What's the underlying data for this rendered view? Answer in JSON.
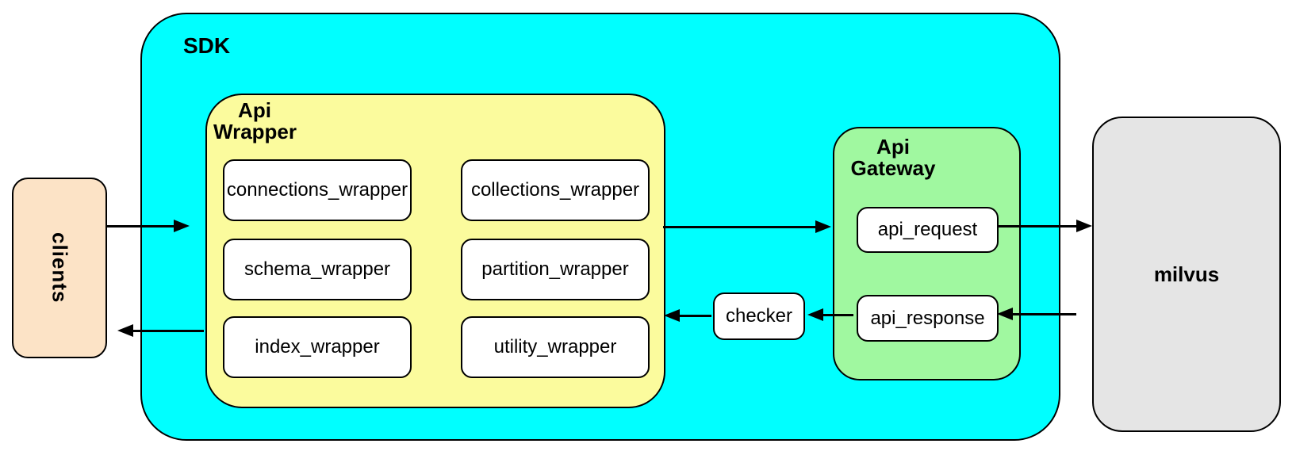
{
  "diagram": {
    "type": "architecture-flow",
    "nodes": {
      "clients": {
        "label": "clients",
        "fill": "#FCE3C6"
      },
      "sdk": {
        "label": "SDK",
        "fill": "#00FFFF"
      },
      "api_wrapper": {
        "label": "Api\nWrapper",
        "fill": "#FBFB9D",
        "boxes": [
          "connections_wrapper",
          "collections_wrapper",
          "schema_wrapper",
          "partition_wrapper",
          "index_wrapper",
          "utility_wrapper"
        ]
      },
      "checker": {
        "label": "checker",
        "fill": "#FFFFFF"
      },
      "api_gateway": {
        "label": "Api\nGateway",
        "fill": "#A0F8A0",
        "boxes": [
          "api_request",
          "api_response"
        ]
      },
      "milvus": {
        "label": "milvus",
        "fill": "#E5E5E5"
      }
    },
    "edges": [
      {
        "from": "clients",
        "to": "sdk",
        "direction": "right"
      },
      {
        "from": "api_wrapper",
        "to": "clients",
        "direction": "left"
      },
      {
        "from": "api_wrapper",
        "to": "api_gateway",
        "direction": "right"
      },
      {
        "from": "api_request",
        "to": "milvus",
        "direction": "right"
      },
      {
        "from": "milvus",
        "to": "api_response",
        "direction": "left"
      },
      {
        "from": "api_response",
        "to": "checker",
        "direction": "left"
      },
      {
        "from": "checker",
        "to": "api_wrapper",
        "direction": "left"
      }
    ]
  }
}
